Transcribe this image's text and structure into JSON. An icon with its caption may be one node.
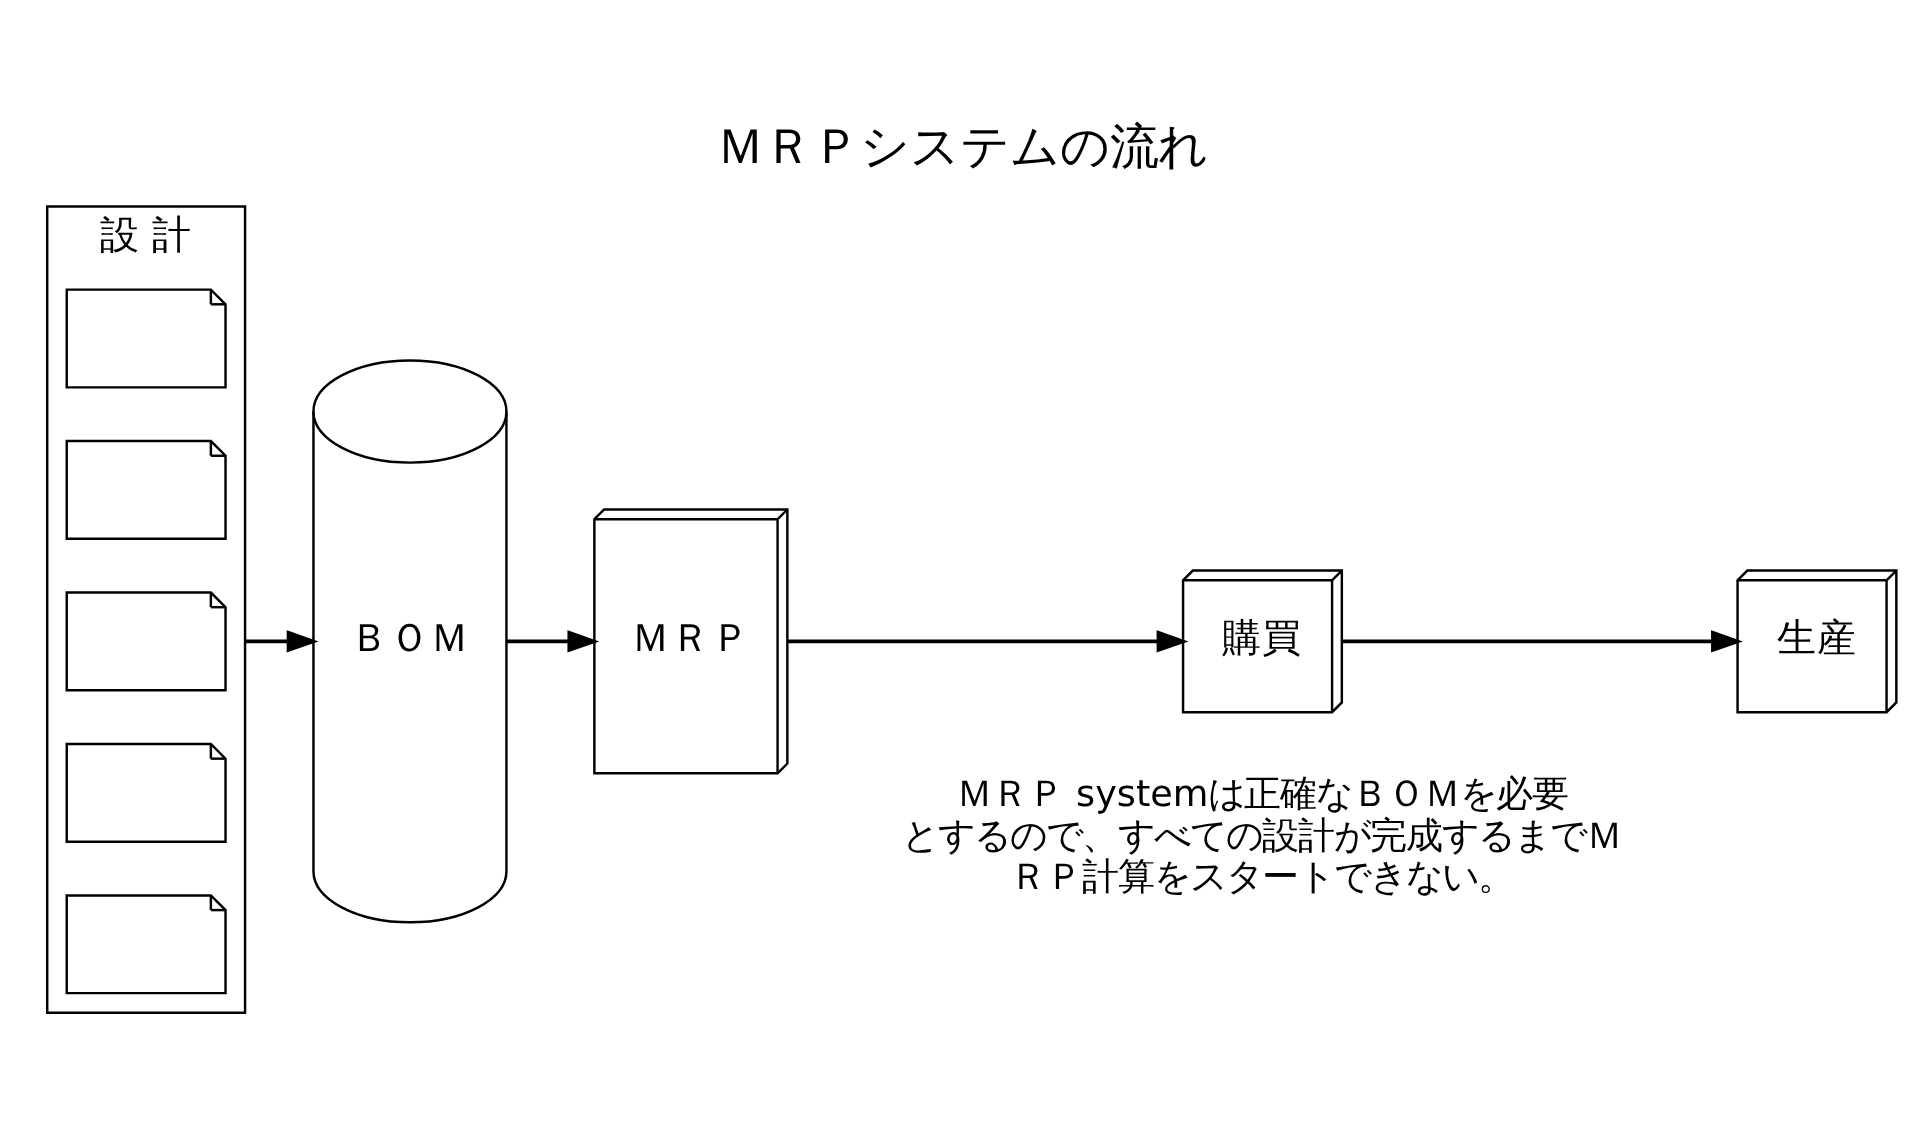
{
  "diagram": {
    "title": "ＭＲＰシステムの流れ",
    "nodes": [
      {
        "text": [
          "設 計"
        ]
      },
      {
        "text": [],
        "shape": "document",
        "in": 0
      },
      {
        "text": [],
        "shape": "document",
        "in": 0
      },
      {
        "text": [],
        "shape": "document",
        "in": 0
      },
      {
        "text": [],
        "shape": "document",
        "in": 0
      },
      {
        "text": [],
        "shape": "document",
        "in": 0
      },
      {
        "text": [
          "ＢＯＭ"
        ]
      },
      {
        "text": [
          "ＭＲＰ"
        ]
      },
      {
        "text": [
          "購買"
        ]
      },
      {
        "text": [
          "生産"
        ]
      }
    ],
    "edges": [
      {
        "from": 0,
        "to": 6,
        "arrow": "to"
      },
      {
        "from": 6,
        "to": 7,
        "arrow": "to"
      },
      {
        "from": 7,
        "to": 8,
        "arrow": "to"
      },
      {
        "from": 8,
        "to": 9,
        "arrow": "to"
      }
    ],
    "labels": [
      "ＭＲＰ systemは正確なＢＯＭを必要とするので、すべての設計が完成するまでＭＲＰ計算をスタートできない。"
    ]
  }
}
